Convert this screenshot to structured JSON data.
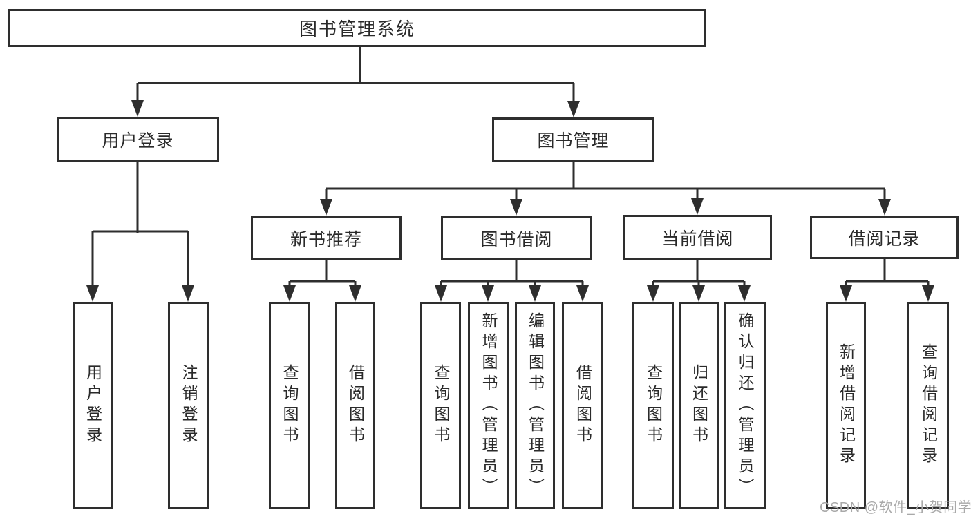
{
  "diagram": {
    "title": "图书管理系统",
    "watermark": "CSDN @软件_小贺同学",
    "colors": {
      "line": "#2e2e2e",
      "box_border": "#2e2e2e",
      "text": "#2a2a2a",
      "watermark": "#a9a9a9",
      "background": "#ffffff"
    },
    "hierarchy": {
      "图书管理系统": {
        "用户登录": [
          "用户登录",
          "注销登录"
        ],
        "图书管理": {
          "新书推荐": [
            "查询图书",
            "借阅图书"
          ],
          "图书借阅": [
            "查询图书",
            "新增图书（管理员）",
            "编辑图书（管理员）",
            "借阅图书"
          ],
          "当前借阅": [
            "查询图书",
            "归还图书",
            "确认归还（管理员）"
          ],
          "借阅记录": [
            "新增借阅记录",
            "查询借阅记录"
          ]
        }
      }
    },
    "nodes": [
      {
        "id": "root",
        "level": 1,
        "label": "图书管理系统"
      },
      {
        "id": "user-login",
        "level": 2,
        "label": "用户登录"
      },
      {
        "id": "book-management",
        "level": 2,
        "label": "图书管理"
      },
      {
        "id": "new-book-recommend",
        "level": 3,
        "label": "新书推荐"
      },
      {
        "id": "book-borrow",
        "level": 3,
        "label": "图书借阅"
      },
      {
        "id": "current-borrow",
        "level": 3,
        "label": "当前借阅"
      },
      {
        "id": "borrow-records",
        "level": 3,
        "label": "借阅记录"
      },
      {
        "id": "leaf-user-login",
        "level": 4,
        "label": "用户登录"
      },
      {
        "id": "leaf-logout",
        "level": 4,
        "label": "注销登录"
      },
      {
        "id": "leaf-query-books-1",
        "level": 4,
        "label": "查询图书"
      },
      {
        "id": "leaf-borrow-books-1",
        "level": 4,
        "label": "借阅图书"
      },
      {
        "id": "leaf-query-books-2",
        "level": 4,
        "label": "查询图书"
      },
      {
        "id": "leaf-add-book-admin",
        "level": 4,
        "label": "新增图书（管理员）"
      },
      {
        "id": "leaf-edit-book-admin",
        "level": 4,
        "label": "编辑图书（管理员）"
      },
      {
        "id": "leaf-borrow-books-2",
        "level": 4,
        "label": "借阅图书"
      },
      {
        "id": "leaf-query-books-3",
        "level": 4,
        "label": "查询图书"
      },
      {
        "id": "leaf-return-books",
        "level": 4,
        "label": "归还图书"
      },
      {
        "id": "leaf-confirm-return-admin",
        "level": 4,
        "label": "确认归还（管理员）"
      },
      {
        "id": "leaf-add-borrow-record",
        "level": 4,
        "label": "新增借阅记录"
      },
      {
        "id": "leaf-query-borrow-record",
        "level": 4,
        "label": "查询借阅记录"
      }
    ]
  }
}
